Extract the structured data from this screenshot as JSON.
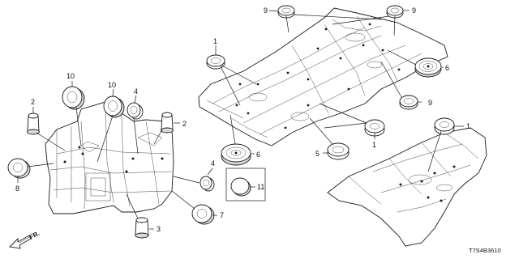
{
  "diagram": {
    "callouts": {
      "c1a": "1",
      "c1b": "1",
      "c1c": "1",
      "c2a": "2",
      "c2b": "2",
      "c3": "3",
      "c4a": "4",
      "c4b": "4",
      "c5": "5",
      "c6a": "6",
      "c6b": "6",
      "c7": "7",
      "c8": "8",
      "c9a": "9",
      "c9b": "9",
      "c9c": "9",
      "c10a": "10",
      "c10b": "10",
      "c11": "11"
    },
    "direction_label": "FR.",
    "diagram_code": "T7S4B3610"
  }
}
